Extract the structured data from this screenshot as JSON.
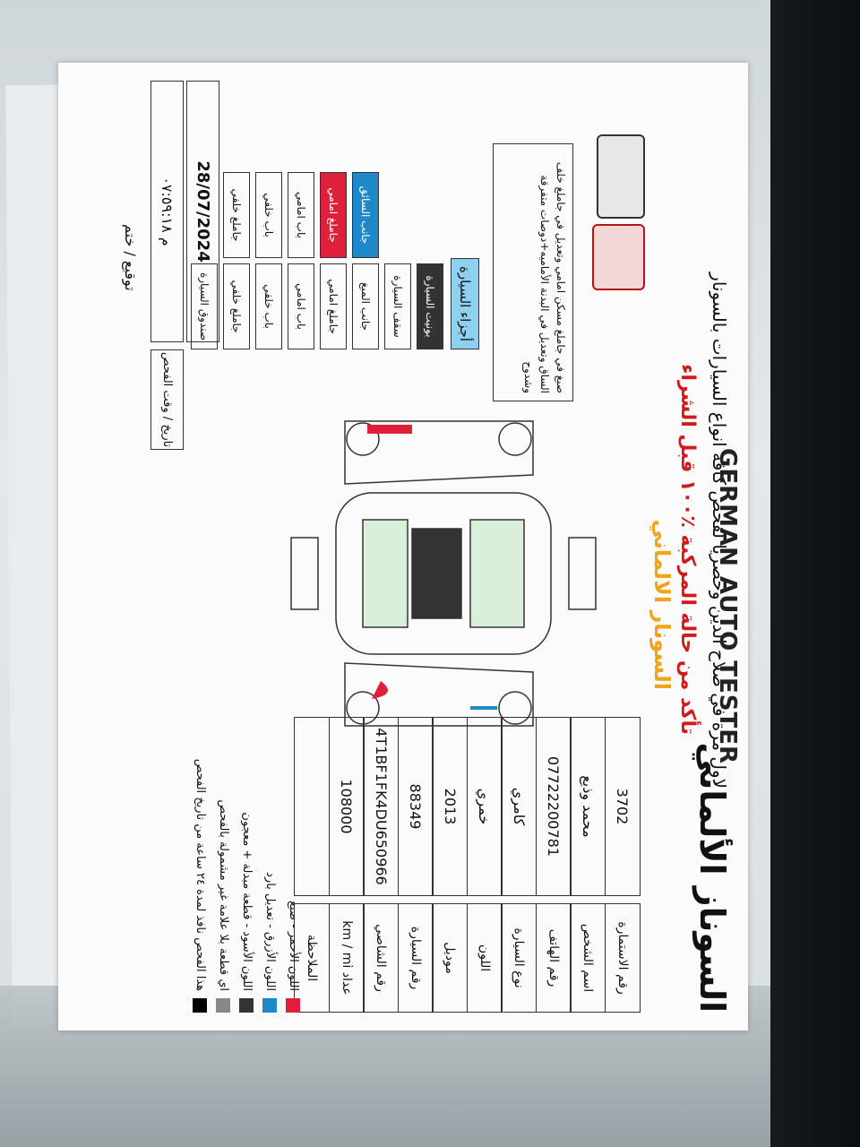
{
  "header": {
    "brand_ar": "السوناز الألماني",
    "brand_en": "GERMAN AUTO TESTER",
    "tagline": "لاول مرة في صلاح الدين وحصريا لفحص كافة انواع السيارات بالسونار",
    "warning_red": "تأكد من حالة المركبة ٪١٠٠ قبل الشراء",
    "warning_orange": "السونار الالماني"
  },
  "info": {
    "rows": [
      {
        "label": "رقم الاستمارة",
        "value": "3702"
      },
      {
        "label": "اسم الشخص",
        "value": "محمد وذيع"
      },
      {
        "label": "رقم الهاتف",
        "value": "07722200781"
      },
      {
        "label": "نوع السيارة",
        "value": "كامري"
      },
      {
        "label": "اللون",
        "value": "خمري"
      },
      {
        "label": "موديل",
        "value": "2013"
      },
      {
        "label": "رقم السيارة",
        "value": "88349"
      },
      {
        "label": "رقم الشاصي",
        "value": "4T1BF1FK4DU650966"
      },
      {
        "label": "عداد km / mi",
        "value": "108000"
      },
      {
        "label": "الملاحظة",
        "value": ""
      }
    ]
  },
  "notes_text": "صبغ في جاملغ مسكن امامي وتعديل في جاملغ خلف الساق وتعديل في البدنة الأماميه+دوصات متفرقة وشدوح",
  "legend": [
    {
      "color": "#e0203a",
      "text": "اللون الأحمر - صبغ"
    },
    {
      "color": "#1e88c9",
      "text": "اللون الأزرق - تعديل بارد"
    },
    {
      "color": "#333333",
      "text": "اللون الأسود - قطعة مبدلة + معجون"
    },
    {
      "color": "#888888",
      "text": "اي قطعة بلا علامة غير مشمولة بالفحص"
    },
    {
      "color": "#000000",
      "text": "هذا الفحص نافذ لمدة ٢٤ ساعة من تاريخ الفحص"
    }
  ],
  "parts": {
    "title": "أجزاء السيارة",
    "cells": [
      {
        "text": "بونيت السيارة",
        "style": "dark"
      },
      {
        "text": "",
        "style": "empty"
      },
      {
        "text": "",
        "style": "empty"
      },
      {
        "text": "سقف السيارة",
        "style": ""
      },
      {
        "text": "",
        "style": "empty"
      },
      {
        "text": "",
        "style": "empty"
      },
      {
        "text": "جانب المبغ",
        "style": ""
      },
      {
        "text": "جانب السائق",
        "style": "blue"
      },
      {
        "text": "",
        "style": "empty"
      },
      {
        "text": "جاملغ امامي",
        "style": ""
      },
      {
        "text": "جاملغ امامي",
        "style": "red"
      },
      {
        "text": "",
        "style": "empty"
      },
      {
        "text": "باب امامي",
        "style": ""
      },
      {
        "text": "باب امامي",
        "style": ""
      },
      {
        "text": "",
        "style": "empty"
      },
      {
        "text": "باب خلفي",
        "style": ""
      },
      {
        "text": "باب خلفي",
        "style": ""
      },
      {
        "text": "",
        "style": "empty"
      },
      {
        "text": "جاملغ خلفي",
        "style": ""
      },
      {
        "text": "جاملغ خلفي",
        "style": ""
      },
      {
        "text": "",
        "style": "empty"
      },
      {
        "text": "صندوق السيارة",
        "style": ""
      },
      {
        "text": "",
        "style": "empty"
      },
      {
        "text": "",
        "style": "empty"
      }
    ]
  },
  "footer": {
    "date": "28/07/2024",
    "time": "م ٠٧:٥٩:١٨",
    "date_time_label": "تاريخ / وقت الفحص",
    "sign_label": "توقيع / ختم"
  },
  "colors": {
    "red": "#e0203a",
    "blue": "#1e88c9",
    "black": "#333333",
    "orange": "#f0a31c",
    "parts_header": "#8fd0ee"
  }
}
